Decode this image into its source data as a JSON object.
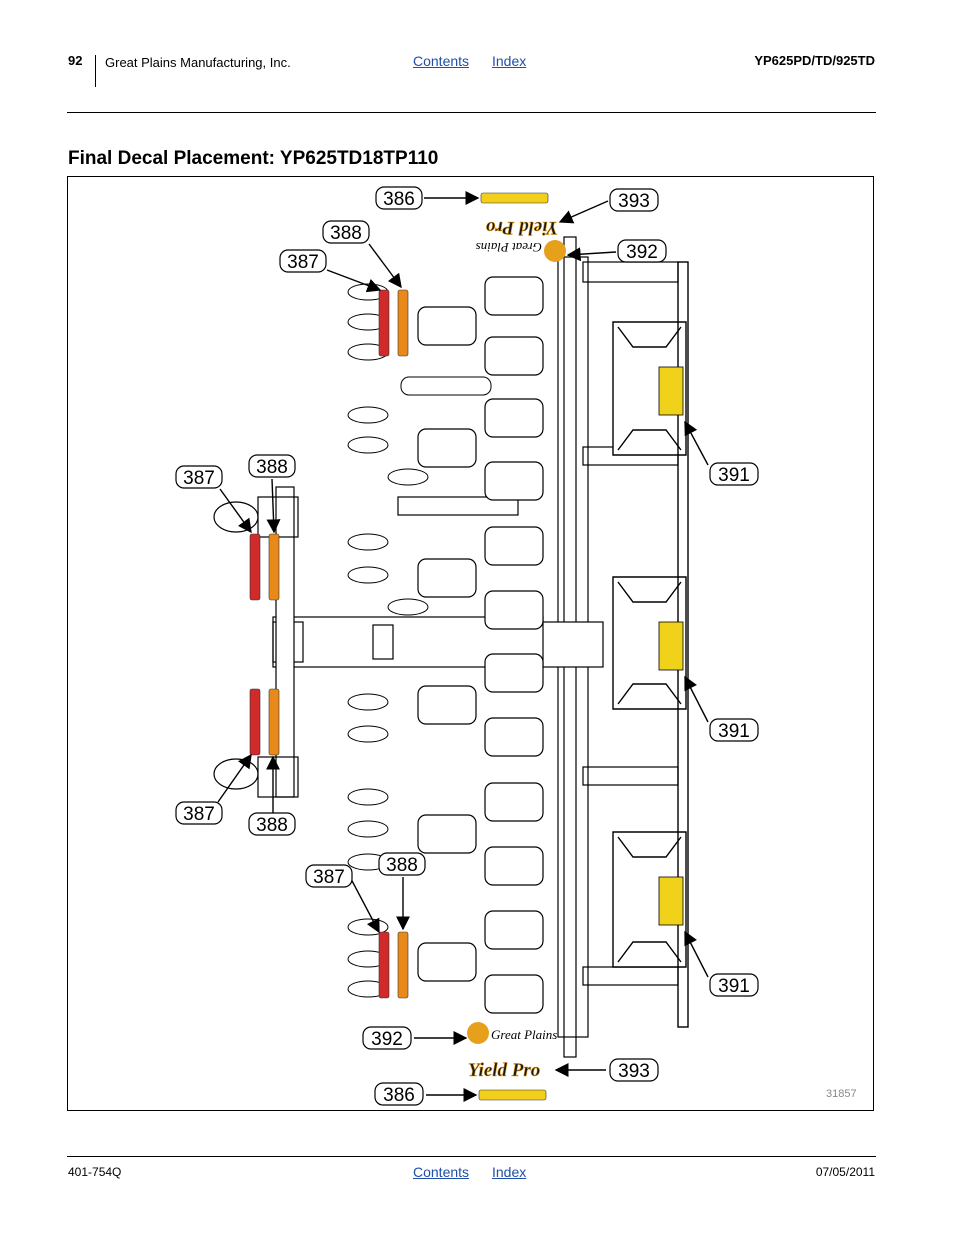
{
  "header": {
    "page_number": "92",
    "company": "Great Plains Manufacturing, Inc.",
    "links": {
      "contents": "Contents",
      "index": "Index"
    },
    "model": "YP625PD/TD/925TD"
  },
  "title": "Final Decal Placement: YP625TD18TP110",
  "figure": {
    "figure_number": "31857",
    "callouts": [
      "386",
      "393",
      "388",
      "392",
      "387",
      "388",
      "387",
      "391",
      "391",
      "387",
      "388",
      "387",
      "388",
      "391",
      "392",
      "393",
      "386"
    ],
    "brand_text": {
      "yield_pro": "Yield Pro",
      "great_plains": "Great Plains"
    },
    "colors": {
      "red_decal": "#d02a2a",
      "amber_decal": "#e8891a",
      "yellow_decal": "#f2cf1a",
      "logo_orange": "#e7a01c",
      "warning_yellow": "#f0d21a"
    }
  },
  "footer": {
    "doc_number": "401-754Q",
    "links": {
      "contents": "Contents",
      "index": "Index"
    },
    "date": "07/05/2011"
  }
}
